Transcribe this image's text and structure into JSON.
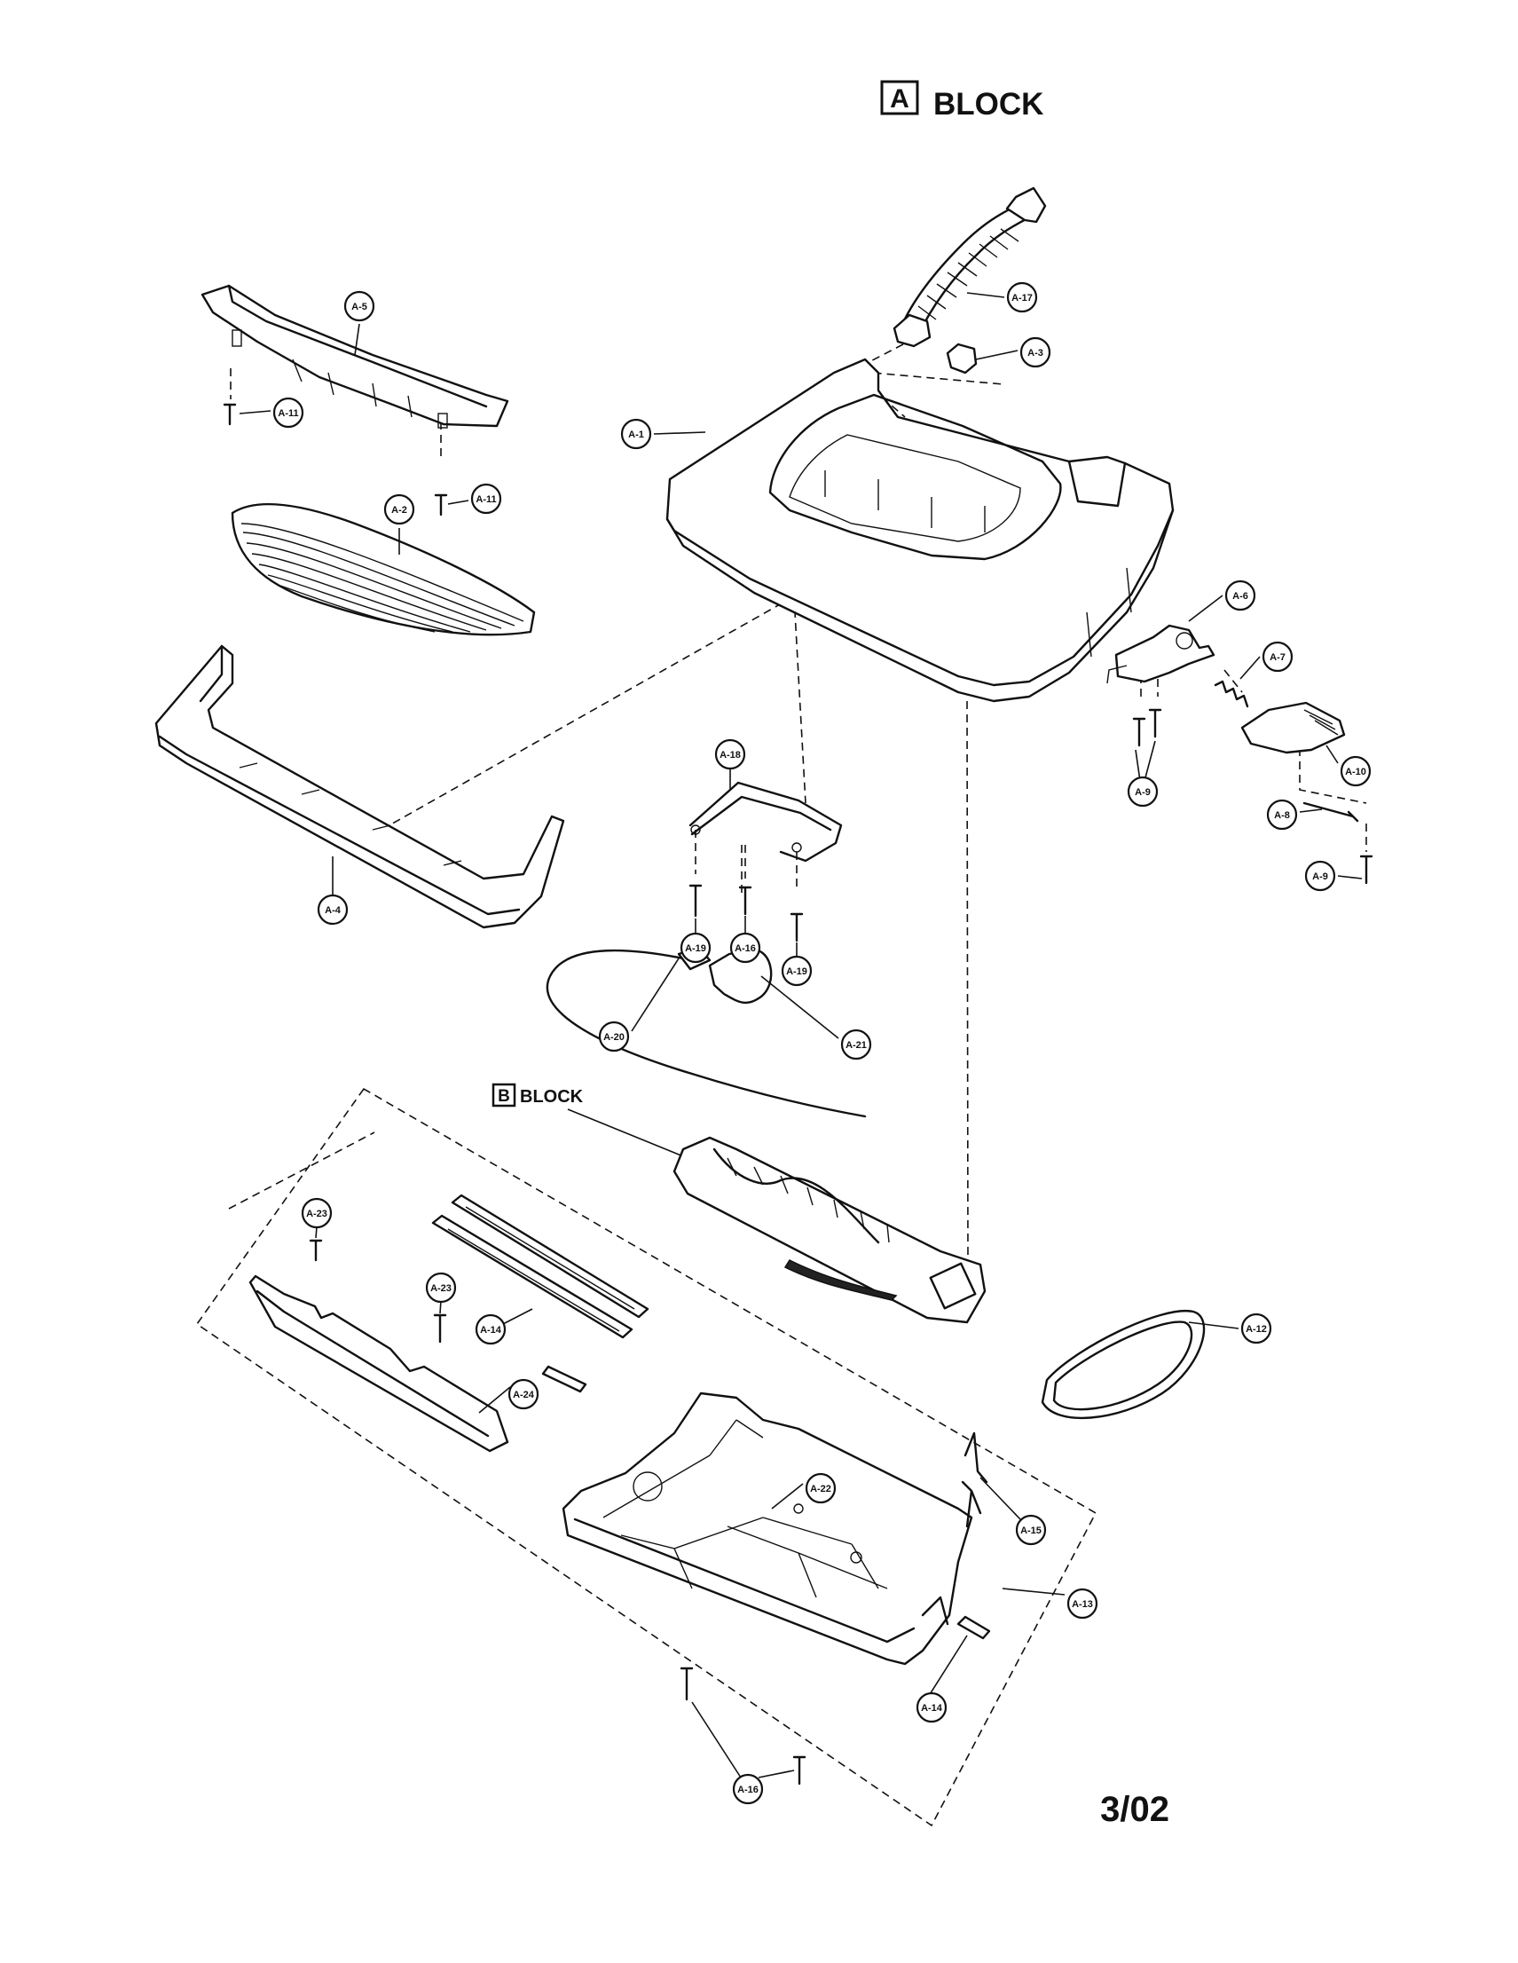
{
  "header": {
    "block_letter": "A",
    "block_word": "BLOCK"
  },
  "sub_block": {
    "block_letter": "B",
    "block_word": "BLOCK"
  },
  "footer": {
    "date_code": "3/02"
  },
  "callouts": [
    {
      "id": "a5",
      "label": "A-5"
    },
    {
      "id": "a17",
      "label": "A-17"
    },
    {
      "id": "a3",
      "label": "A-3"
    },
    {
      "id": "a11a",
      "label": "A-11"
    },
    {
      "id": "a1",
      "label": "A-1"
    },
    {
      "id": "a11b",
      "label": "A-11"
    },
    {
      "id": "a2",
      "label": "A-2"
    },
    {
      "id": "a6",
      "label": "A-6"
    },
    {
      "id": "a7",
      "label": "A-7"
    },
    {
      "id": "a18",
      "label": "A-18"
    },
    {
      "id": "a10",
      "label": "A-10"
    },
    {
      "id": "a9a",
      "label": "A-9"
    },
    {
      "id": "a8",
      "label": "A-8"
    },
    {
      "id": "a9b",
      "label": "A-9"
    },
    {
      "id": "a4",
      "label": "A-4"
    },
    {
      "id": "a19a",
      "label": "A-19"
    },
    {
      "id": "a16a",
      "label": "A-16"
    },
    {
      "id": "a19b",
      "label": "A-19"
    },
    {
      "id": "a20",
      "label": "A-20"
    },
    {
      "id": "a21",
      "label": "A-21"
    },
    {
      "id": "a23a",
      "label": "A-23"
    },
    {
      "id": "a23b",
      "label": "A-23"
    },
    {
      "id": "a14a",
      "label": "A-14"
    },
    {
      "id": "a12",
      "label": "A-12"
    },
    {
      "id": "a24",
      "label": "A-24"
    },
    {
      "id": "a22",
      "label": "A-22"
    },
    {
      "id": "a15",
      "label": "A-15"
    },
    {
      "id": "a13",
      "label": "A-13"
    },
    {
      "id": "a14b",
      "label": "A-14"
    },
    {
      "id": "a16b",
      "label": "A-16"
    }
  ]
}
